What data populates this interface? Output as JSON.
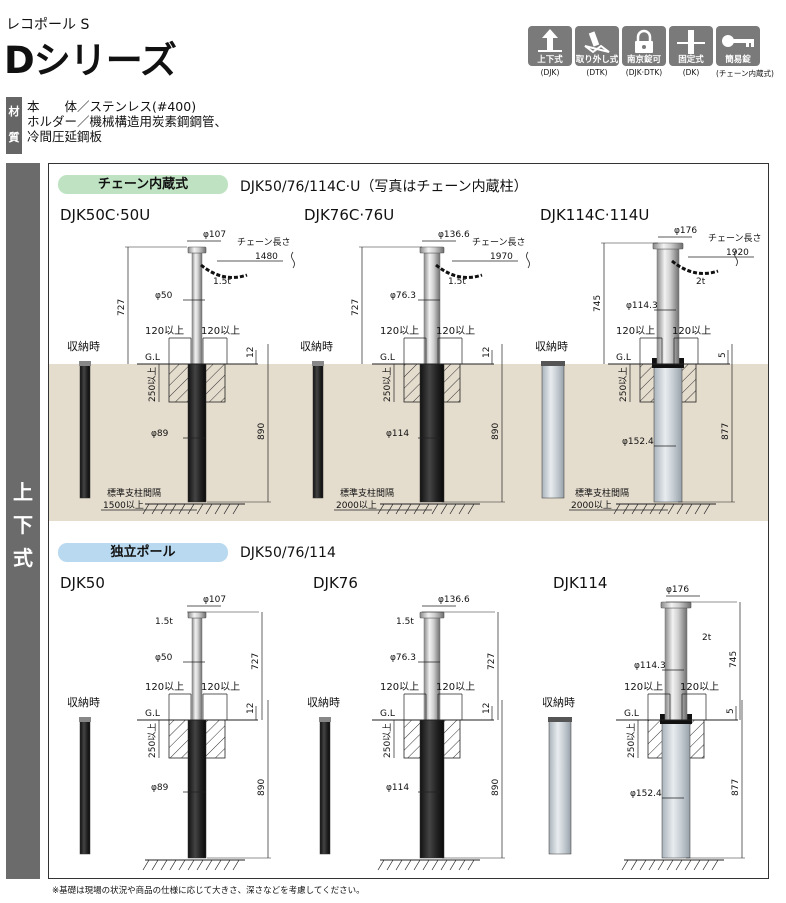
{
  "header": {
    "brand": "レコポール S",
    "title": "Dシリーズ"
  },
  "icons": [
    {
      "name": "上下式",
      "code": "(DJK)",
      "icon": "up-down-icon"
    },
    {
      "name": "取り外し式",
      "code": "(DTK)",
      "icon": "removable-icon"
    },
    {
      "name": "南京錠可",
      "code": "(DJK·DTK)",
      "icon": "padlock-icon"
    },
    {
      "name": "固定式",
      "code": "(DK)",
      "icon": "fixed-icon"
    },
    {
      "name": "簡易錠",
      "code": "(チェーン内蔵式)",
      "icon": "key-icon"
    }
  ],
  "materials": {
    "badge_top": "材",
    "badge_bottom": "質",
    "row1": "本　　体／ステンレス(#400)",
    "row2": "ホルダー／機械構造用炭素鋼鋼管、",
    "row3": "冷間圧延鋼板"
  },
  "sidebar": {
    "c1": "上",
    "c2": "下",
    "c3": "式"
  },
  "section1": {
    "tag": "チェーン内蔵式",
    "title": "DJK50/76/114C·U（写真はチェーン内蔵柱）",
    "models": [
      "DJK50C·50U",
      "DJK76C·76U",
      "DJK114C·114U"
    ]
  },
  "section2": {
    "tag": "独立ポール",
    "title": "DJK50/76/114",
    "models": [
      "DJK50",
      "DJK76",
      "DJK114"
    ]
  },
  "labels": {
    "storage": "収納時",
    "gl": "G.L",
    "chain_length": "チェーン長さ",
    "clearance": "120以上",
    "std_interval": "標準支柱間隔",
    "depth": "250以上"
  },
  "dims": {
    "a": {
      "top_dia": "φ107",
      "chain": "1480",
      "thick": "1.5t",
      "dia": "φ50",
      "height": "727",
      "gl_gap": "12",
      "under_dia": "φ89",
      "depth": "890",
      "interval": "1500以上"
    },
    "b": {
      "top_dia": "φ136.6",
      "chain": "1970",
      "thick": "1.5t",
      "dia": "φ76.3",
      "height": "727",
      "gl_gap": "12",
      "under_dia": "φ114",
      "depth": "890",
      "interval": "2000以上"
    },
    "c": {
      "top_dia": "φ176",
      "chain": "1920",
      "thick": "2t",
      "dia": "φ114.3",
      "height": "745",
      "gl_gap": "5",
      "under_dia": "φ152.4",
      "depth": "877",
      "interval": "2000以上"
    }
  },
  "footnote": "※基礎は現場の状況や商品の仕様に応じて大きさ、深さなどを考慮してください。"
}
